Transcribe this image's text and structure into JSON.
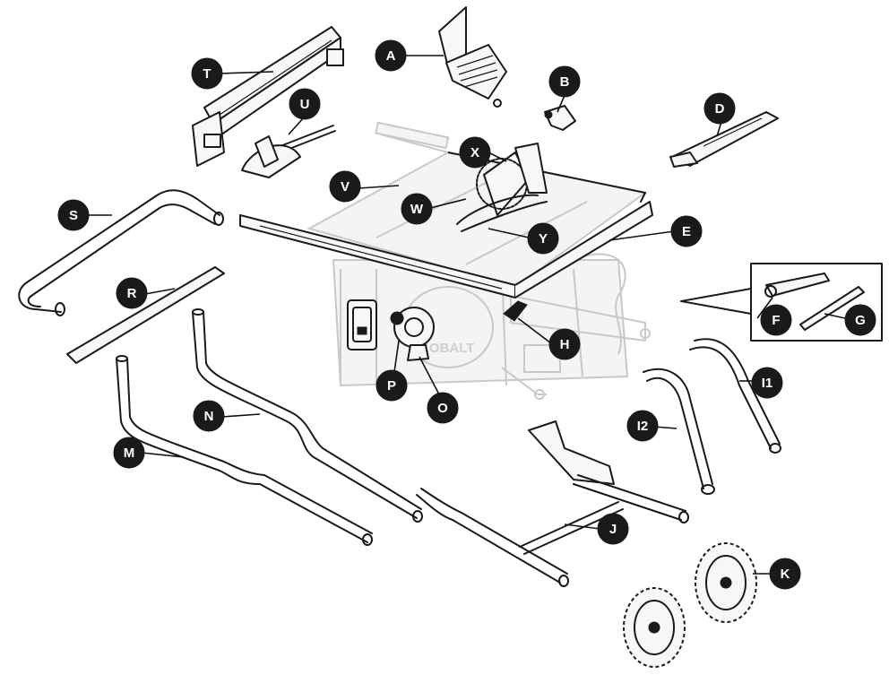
{
  "diagram": {
    "callouts": [
      {
        "id": "A",
        "label": "A"
      },
      {
        "id": "B",
        "label": "B"
      },
      {
        "id": "D",
        "label": "D"
      },
      {
        "id": "E",
        "label": "E"
      },
      {
        "id": "F",
        "label": "F"
      },
      {
        "id": "G",
        "label": "G"
      },
      {
        "id": "H",
        "label": "H"
      },
      {
        "id": "I1",
        "label": "I1"
      },
      {
        "id": "I2",
        "label": "I2"
      },
      {
        "id": "J",
        "label": "J"
      },
      {
        "id": "K",
        "label": "K"
      },
      {
        "id": "M",
        "label": "M"
      },
      {
        "id": "N",
        "label": "N"
      },
      {
        "id": "O",
        "label": "O"
      },
      {
        "id": "P",
        "label": "P"
      },
      {
        "id": "R",
        "label": "R"
      },
      {
        "id": "S",
        "label": "S"
      },
      {
        "id": "T",
        "label": "T"
      },
      {
        "id": "U",
        "label": "U"
      },
      {
        "id": "V",
        "label": "V"
      },
      {
        "id": "W",
        "label": "W"
      },
      {
        "id": "X",
        "label": "X"
      },
      {
        "id": "Y",
        "label": "Y"
      }
    ],
    "brand_text": "KOBALT"
  }
}
